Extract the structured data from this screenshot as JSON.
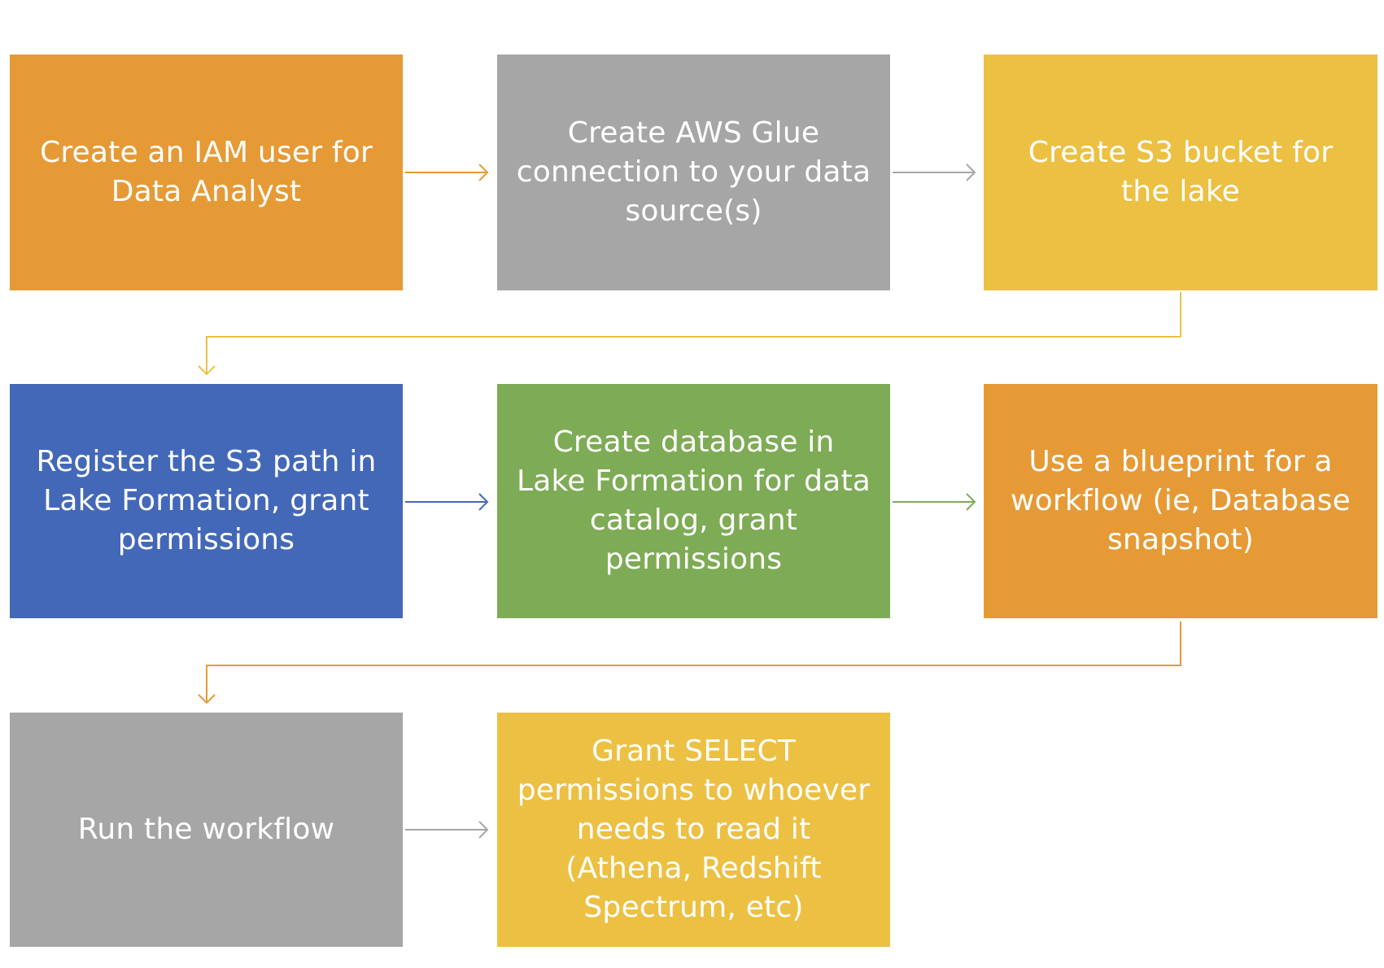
{
  "colors": {
    "orange": "#E59A36",
    "gray": "#A6A6A6",
    "yellow": "#ECC043",
    "blue": "#4468B8",
    "green": "#7EAB55"
  },
  "steps": [
    {
      "label": "Create an IAM user for Data Analyst",
      "color": "orange"
    },
    {
      "label": "Create AWS Glue connection to your data source(s)",
      "color": "gray"
    },
    {
      "label": "Create S3 bucket for the lake",
      "color": "yellow"
    },
    {
      "label": "Register the S3 path in Lake Formation, grant permissions",
      "color": "blue"
    },
    {
      "label": "Create database in Lake Formation for data catalog, grant permissions",
      "color": "green"
    },
    {
      "label": "Use a blueprint for a workflow (ie, Database snapshot)",
      "color": "orange"
    },
    {
      "label": "Run the workflow",
      "color": "gray"
    },
    {
      "label": "Grant SELECT permissions to whoever needs to read it (Athena, Redshift Spectrum, etc)",
      "color": "yellow"
    }
  ],
  "connections": [
    {
      "from": 0,
      "to": 1,
      "color": "orange"
    },
    {
      "from": 1,
      "to": 2,
      "color": "gray"
    },
    {
      "from": 2,
      "to": 3,
      "color": "yellow"
    },
    {
      "from": 3,
      "to": 4,
      "color": "blue"
    },
    {
      "from": 4,
      "to": 5,
      "color": "green"
    },
    {
      "from": 5,
      "to": 6,
      "color": "orange"
    },
    {
      "from": 6,
      "to": 7,
      "color": "gray"
    }
  ]
}
